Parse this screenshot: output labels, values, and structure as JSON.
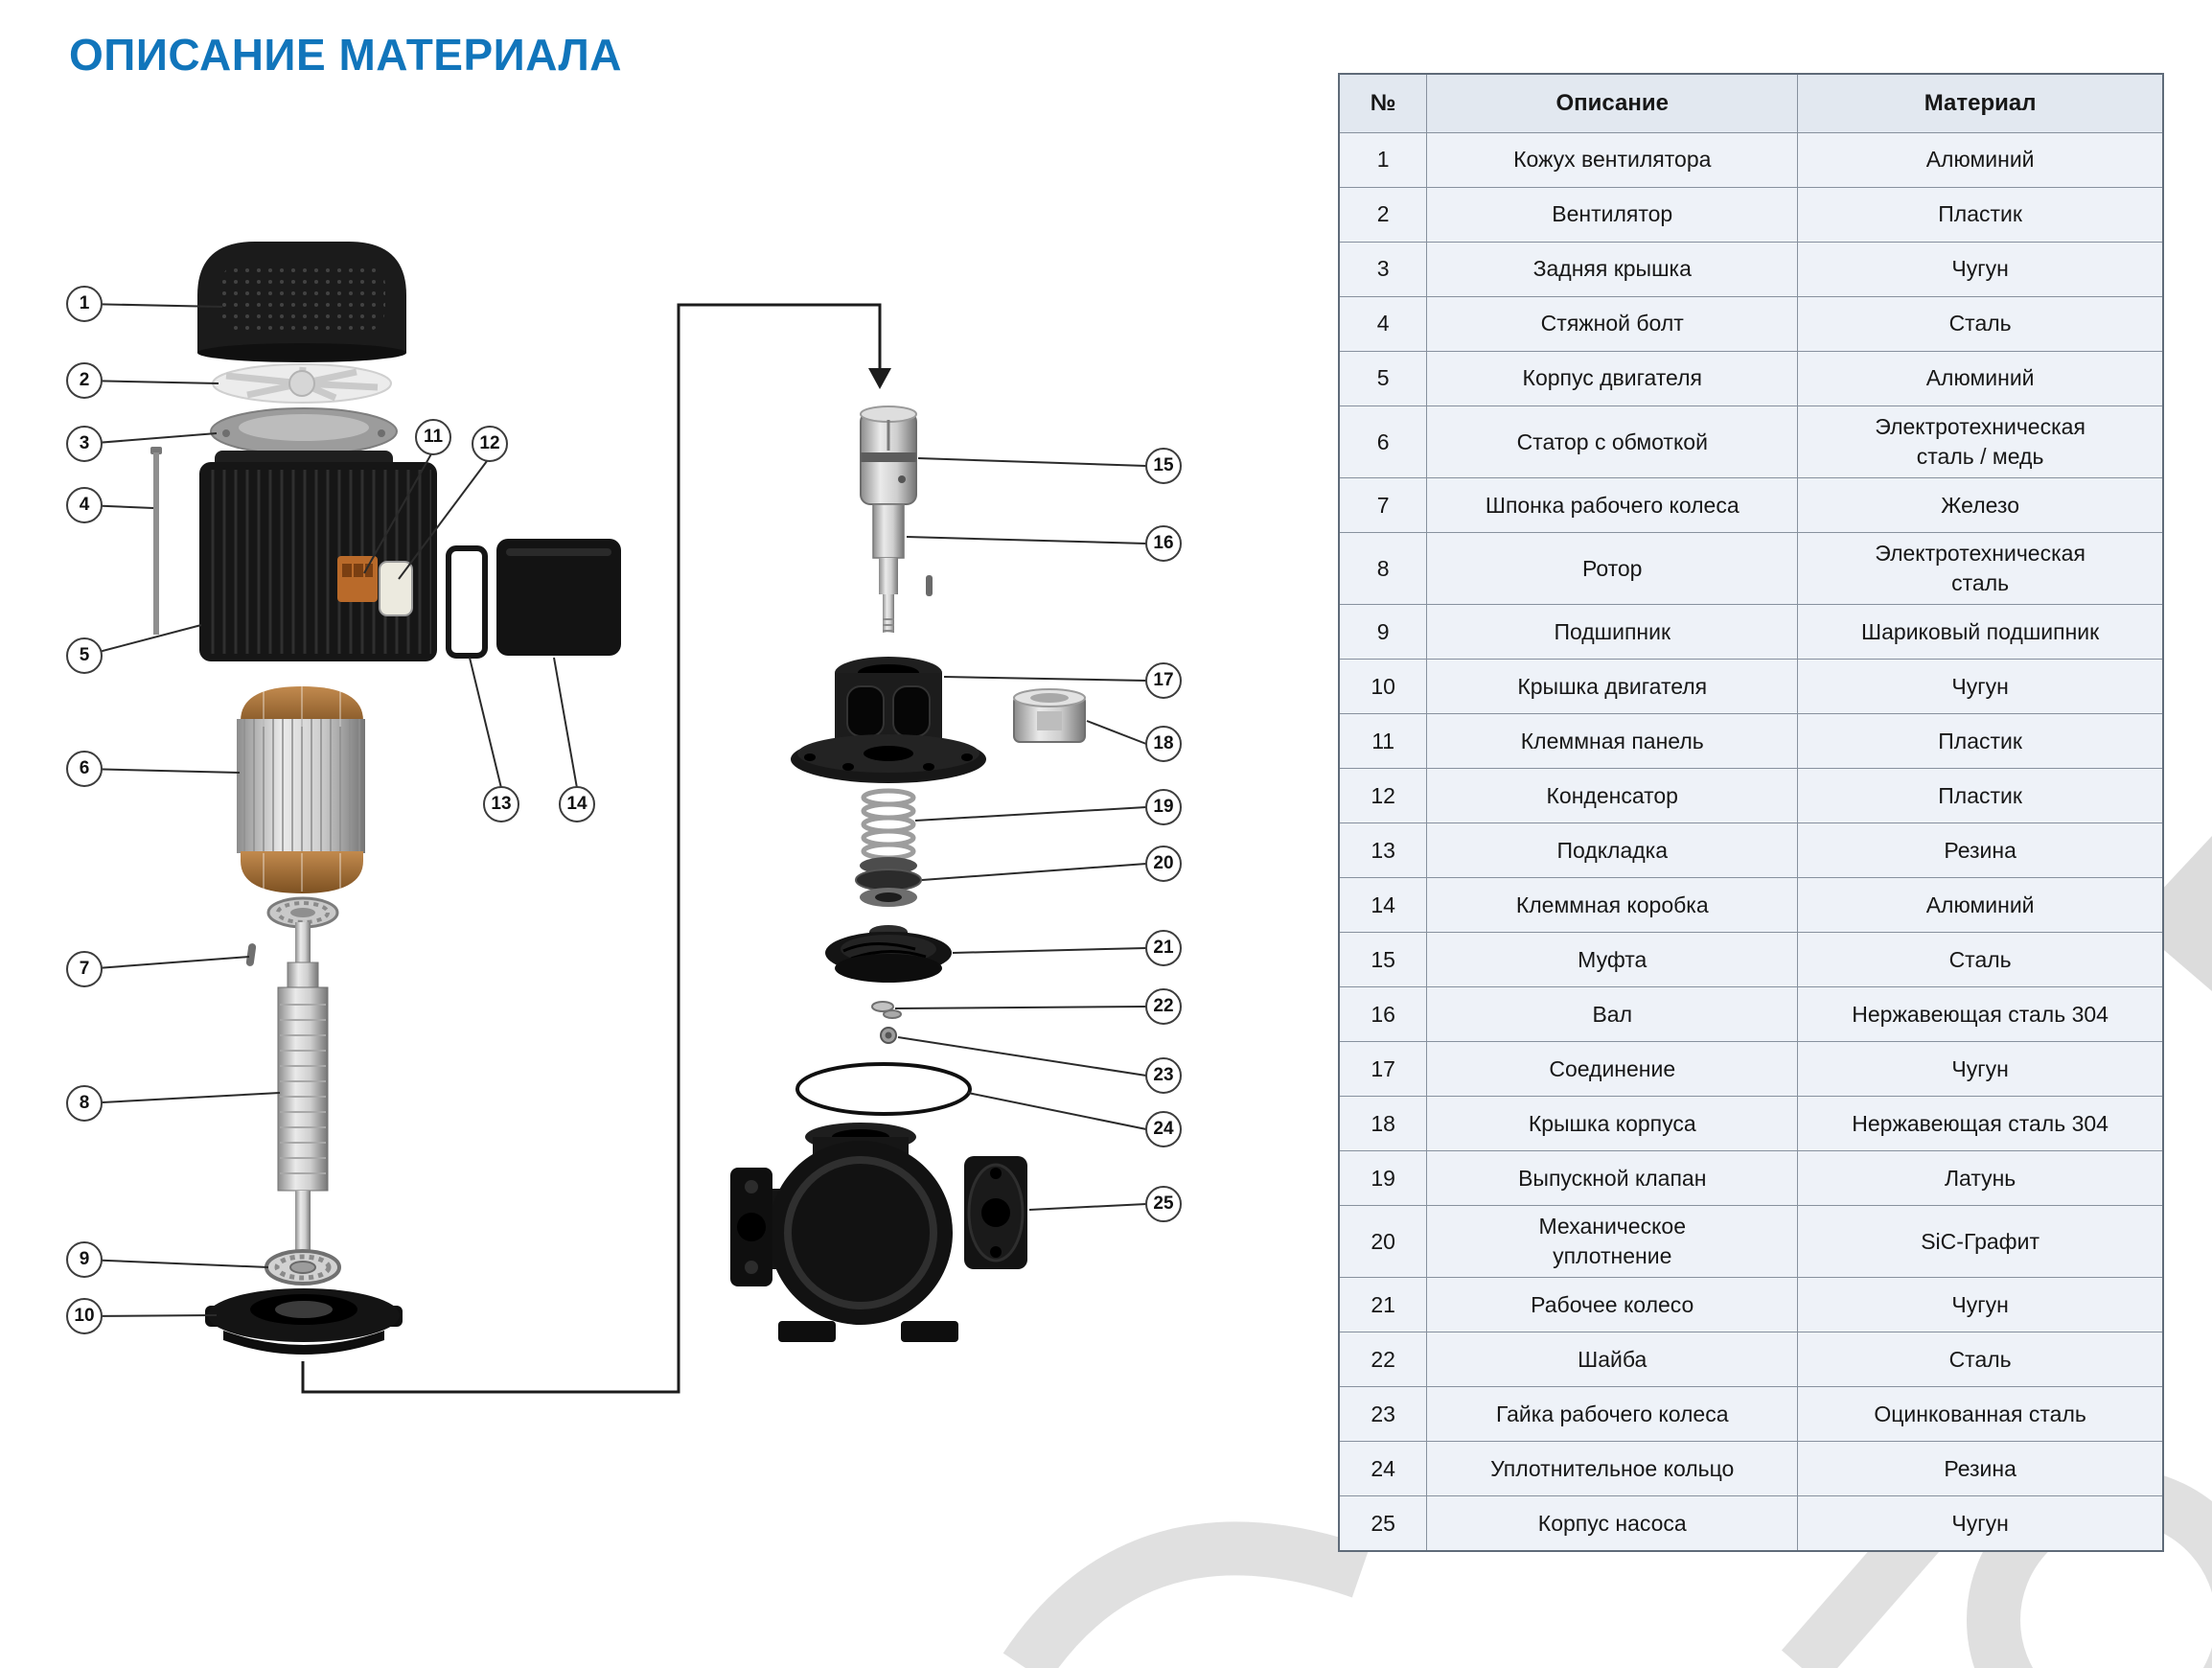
{
  "page": {
    "title": "ОПИСАНИЕ МАТЕРИАЛА"
  },
  "callouts": [
    "1",
    "2",
    "3",
    "4",
    "5",
    "6",
    "7",
    "8",
    "9",
    "10",
    "11",
    "12",
    "13",
    "14",
    "15",
    "16",
    "17",
    "18",
    "19",
    "20",
    "21",
    "22",
    "23",
    "24",
    "25"
  ],
  "table": {
    "headers": {
      "num": "№",
      "description": "Описание",
      "material": "Материал"
    },
    "rows": [
      {
        "num": "1",
        "description": "Кожух вентилятора",
        "material": "Алюминий"
      },
      {
        "num": "2",
        "description": "Вентилятор",
        "material": "Пластик"
      },
      {
        "num": "3",
        "description": "Задняя крышка",
        "material": "Чугун"
      },
      {
        "num": "4",
        "description": "Стяжной болт",
        "material": "Сталь"
      },
      {
        "num": "5",
        "description": "Корпус двигателя",
        "material": "Алюминий"
      },
      {
        "num": "6",
        "description": "Статор с обмоткой",
        "material": "Электротехническая\nсталь / медь"
      },
      {
        "num": "7",
        "description": "Шпонка рабочего колеса",
        "material": "Железо"
      },
      {
        "num": "8",
        "description": "Ротор",
        "material": "Электротехническая\nсталь"
      },
      {
        "num": "9",
        "description": "Подшипник",
        "material": "Шариковый подшипник"
      },
      {
        "num": "10",
        "description": "Крышка двигателя",
        "material": "Чугун"
      },
      {
        "num": "11",
        "description": "Клеммная панель",
        "material": "Пластик"
      },
      {
        "num": "12",
        "description": "Конденсатор",
        "material": "Пластик"
      },
      {
        "num": "13",
        "description": "Подкладка",
        "material": "Резина"
      },
      {
        "num": "14",
        "description": "Клеммная коробка",
        "material": "Алюминий"
      },
      {
        "num": "15",
        "description": "Муфта",
        "material": "Сталь"
      },
      {
        "num": "16",
        "description": "Вал",
        "material": "Нержавеющая сталь 304"
      },
      {
        "num": "17",
        "description": "Соединение",
        "material": "Чугун"
      },
      {
        "num": "18",
        "description": "Крышка корпуса",
        "material": "Нержавеющая сталь 304"
      },
      {
        "num": "19",
        "description": "Выпускной клапан",
        "material": "Латунь"
      },
      {
        "num": "20",
        "description": "Механическое\nуплотнение",
        "material": "SiC-Графит"
      },
      {
        "num": "21",
        "description": "Рабочее колесо",
        "material": "Чугун"
      },
      {
        "num": "22",
        "description": "Шайба",
        "material": "Сталь"
      },
      {
        "num": "23",
        "description": "Гайка рабочего колеса",
        "material": "Оцинкованная сталь"
      },
      {
        "num": "24",
        "description": "Уплотнительное кольцо",
        "material": "Резина"
      },
      {
        "num": "25",
        "description": "Корпус насоса",
        "material": "Чугун"
      }
    ]
  }
}
